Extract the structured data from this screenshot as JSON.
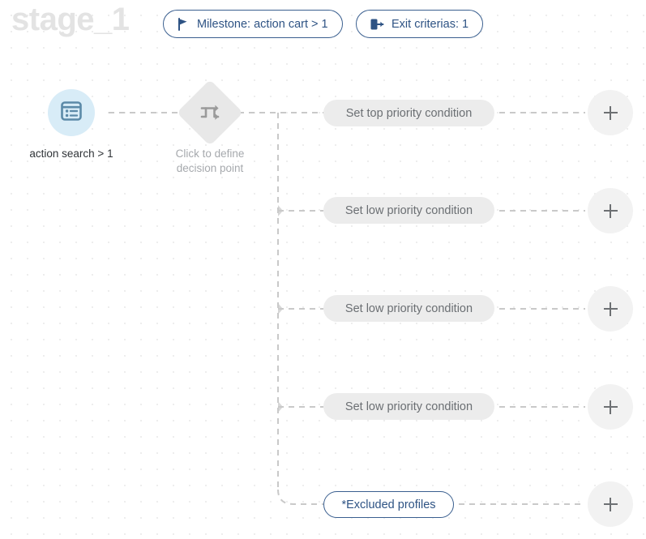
{
  "stage": {
    "title": "stage_1"
  },
  "header": {
    "chips": [
      {
        "name": "milestone-chip",
        "icon": "flag-icon",
        "label": "Milestone: action cart > 1"
      },
      {
        "name": "exit-criteria-chip",
        "icon": "exit-door-icon",
        "label": "Exit criterias: 1"
      }
    ]
  },
  "flow": {
    "start_node": {
      "icon": "list-form-icon",
      "label": "action search > 1"
    },
    "decision_node": {
      "icon": "branch-arrows-icon",
      "label": "Click to define decision point"
    },
    "branches": [
      {
        "label": "Set top priority condition",
        "style": "gray",
        "add_button": "+"
      },
      {
        "label": "Set low priority condition",
        "style": "gray",
        "add_button": "+"
      },
      {
        "label": "Set low priority condition",
        "style": "gray",
        "add_button": "+"
      },
      {
        "label": "Set low priority condition",
        "style": "gray",
        "add_button": "+"
      },
      {
        "label": "*Excluded profiles",
        "style": "outlined-blue",
        "add_button": "+"
      }
    ]
  },
  "colors": {
    "accent_blue": "#2e5384",
    "border_blue": "#3a5f8f",
    "pill_gray": "#ececec",
    "pill_text": "#6b6f73",
    "title_gray": "#e3e3e3",
    "node_circle_blue": "#d8ecf7",
    "node_icon_blue": "#5b8aa8",
    "diamond_gray": "#e8e8e8",
    "wire_gray": "#c9c9c9",
    "dot_grid": "#ececec"
  }
}
